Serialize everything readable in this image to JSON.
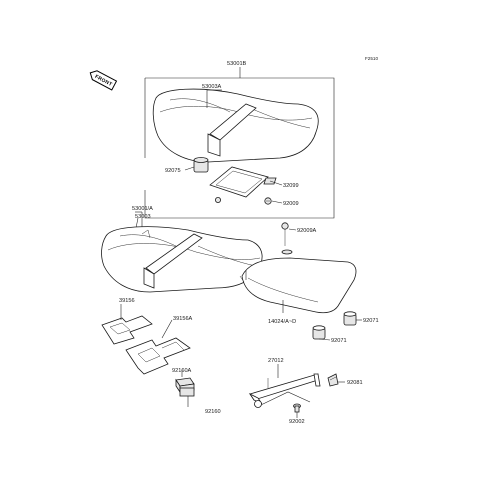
{
  "diagram_code": "F2510",
  "front_label": "FRONT",
  "parts": {
    "p53001B": "53001B",
    "p53003A": "53003A",
    "p92075": "92075",
    "p32099": "32099",
    "p92009": "92009",
    "p53001A": "53001/A",
    "p53003": "53003",
    "p92009A": "92009A",
    "p14024": "14024/A~D",
    "p39156": "39156",
    "p39156A": "39156A",
    "p92071a": "92071",
    "p92071b": "92071",
    "p92160A": "92160A",
    "p92160": "92160",
    "p27012": "27012",
    "p92081": "92081",
    "p92002": "92002"
  }
}
